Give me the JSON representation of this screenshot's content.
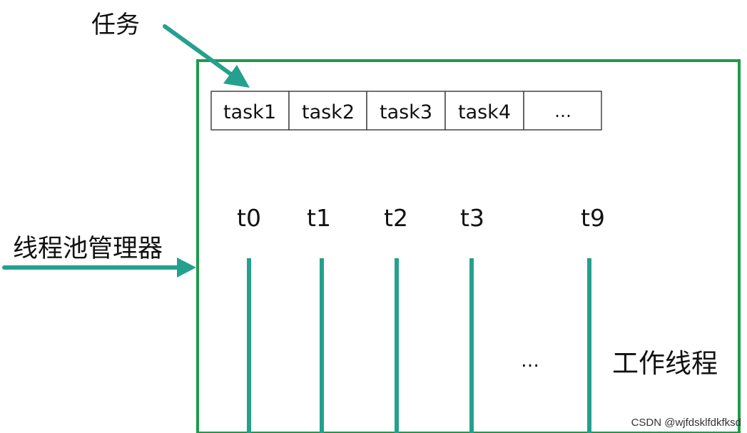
{
  "labels": {
    "task_label": "任务",
    "pool_label": "线程池管理器",
    "worker_label": "工作线程",
    "worker_ellipsis": "…"
  },
  "tasks": [
    "task1",
    "task2",
    "task3",
    "task4",
    "…"
  ],
  "threads": [
    "t0",
    "t1",
    "t2",
    "t3",
    "t9"
  ],
  "watermark": "CSDN @wjfdsklfdkfksd",
  "colors": {
    "frame": "#1f9a4a",
    "arrow": "#25a08e",
    "thread_line": "#25a08e",
    "task_border": "#444444",
    "text": "#111111"
  }
}
